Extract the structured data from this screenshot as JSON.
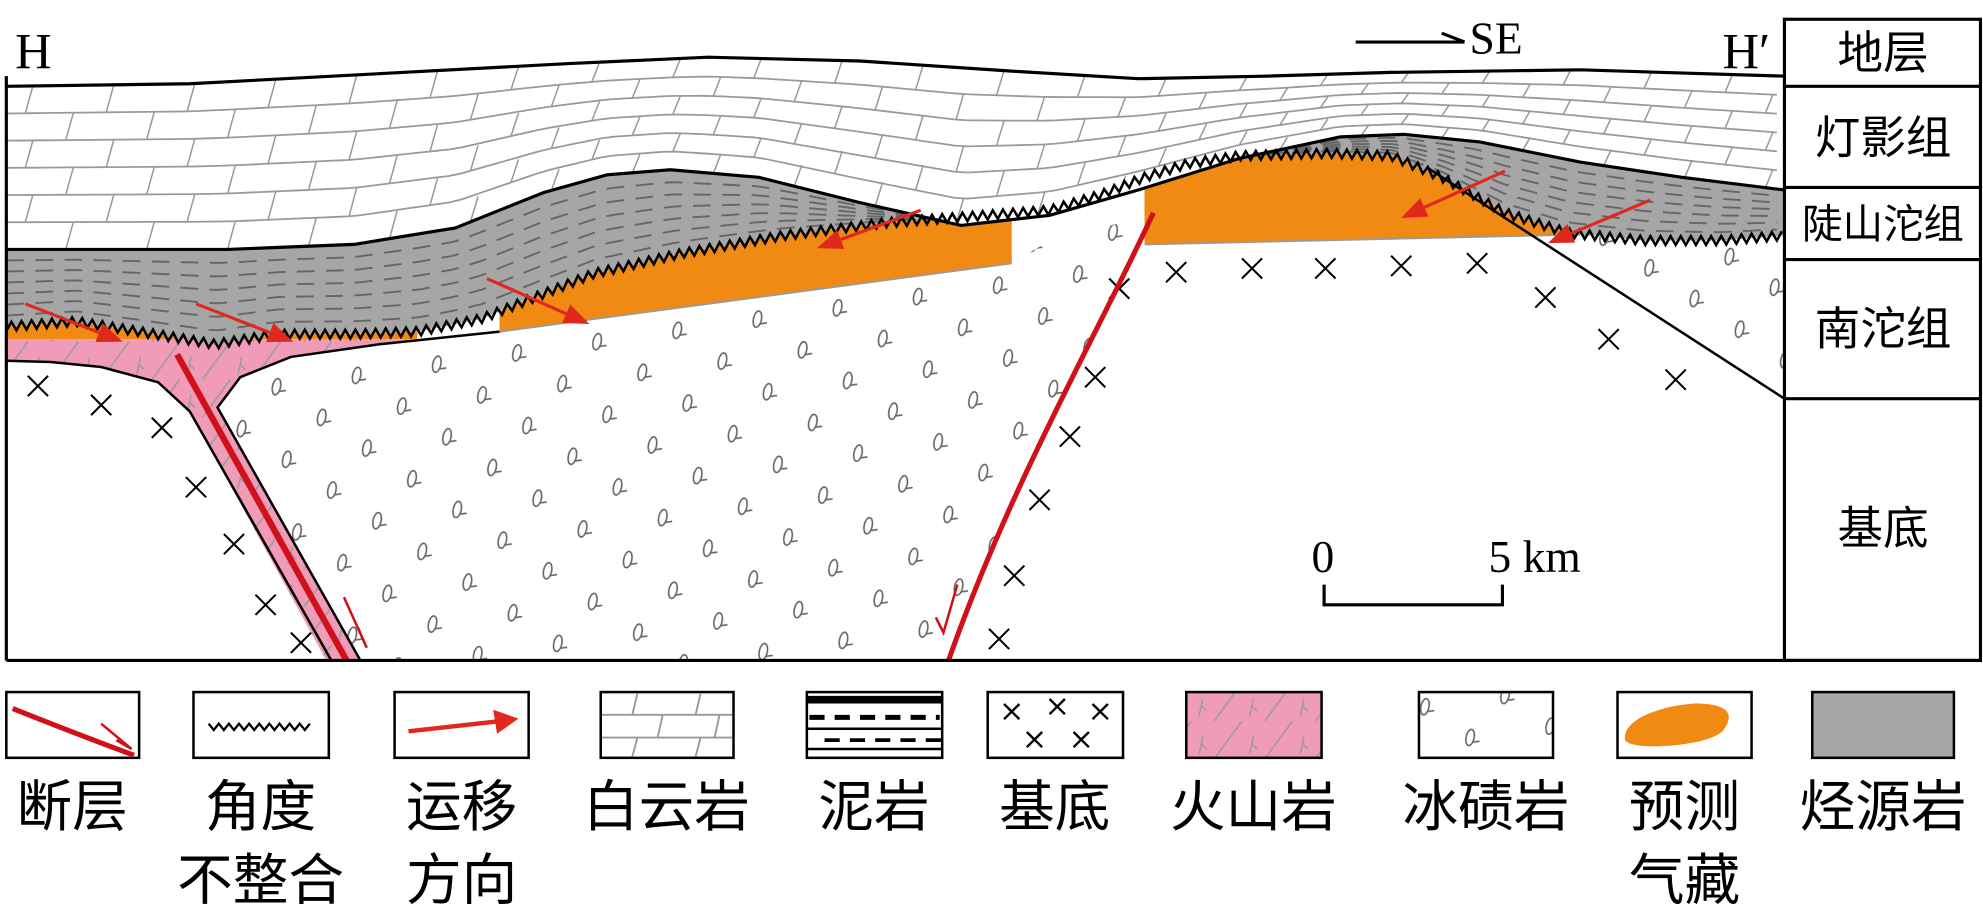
{
  "section": {
    "left_label": "H",
    "right_label": "H′",
    "direction": "SE"
  },
  "strata_column": {
    "header": "地层",
    "rows": [
      "灯影组",
      "陡山沱组",
      "南沱组",
      "基底"
    ]
  },
  "scale_bar": {
    "start": "0",
    "end": "5 km"
  },
  "legend": [
    {
      "label": "断层",
      "label2": ""
    },
    {
      "label": "角度",
      "label2": "不整合"
    },
    {
      "label": "运移",
      "label2": "方向"
    },
    {
      "label": "白云岩",
      "label2": ""
    },
    {
      "label": "泥岩",
      "label2": ""
    },
    {
      "label": "基底",
      "label2": ""
    },
    {
      "label": "火山岩",
      "label2": ""
    },
    {
      "label": "冰碛岩",
      "label2": ""
    },
    {
      "label": "预测",
      "label2": "气藏"
    },
    {
      "label": "烃源岩",
      "label2": ""
    }
  ],
  "colors": {
    "fault": "#d0101a",
    "arrow": "#e0281c",
    "reservoir": "#f08a12",
    "source_rock": "#a6a6a6",
    "volcanic": "#f09cb8",
    "pattern_gray": "#8c8c8c"
  }
}
